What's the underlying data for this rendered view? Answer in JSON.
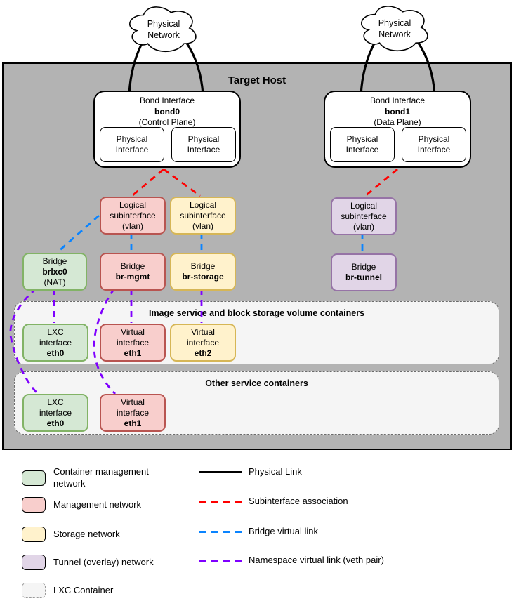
{
  "clouds": [
    {
      "label": "Physical Network"
    },
    {
      "label": "Physical Network"
    }
  ],
  "host": {
    "title": "Target Host"
  },
  "bond0": {
    "title": "Bond Interface",
    "name": "bond0",
    "plane": "(Control Plane)",
    "iface_left": "Physical Interface",
    "iface_right": "Physical Interface"
  },
  "bond1": {
    "title": "Bond Interface",
    "name": "bond1",
    "plane": "(Data Plane)",
    "iface_left": "Physical Interface",
    "iface_right": "Physical Interface"
  },
  "subif_mgmt": {
    "l1": "Logical",
    "l2": "subinterface",
    "l3": "(vlan)"
  },
  "subif_storage": {
    "l1": "Logical",
    "l2": "subinterface",
    "l3": "(vlan)"
  },
  "subif_tunnel": {
    "l1": "Logical",
    "l2": "subinterface",
    "l3": "(vlan)"
  },
  "br_lxc": {
    "l1": "Bridge",
    "name": "brlxc0",
    "l3": "(NAT)"
  },
  "br_mgmt": {
    "l1": "Bridge",
    "name": "br-mgmt"
  },
  "br_storage": {
    "l1": "Bridge",
    "name": "br-storage"
  },
  "br_tunnel": {
    "l1": "Bridge",
    "name": "br-tunnel"
  },
  "container1": {
    "title": "Image service and block storage volume containers",
    "eth0": {
      "l1": "LXC",
      "l2": "interface",
      "name": "eth0"
    },
    "eth1": {
      "l1": "Virtual",
      "l2": "interface",
      "name": "eth1"
    },
    "eth2": {
      "l1": "Virtual",
      "l2": "interface",
      "name": "eth2"
    }
  },
  "container2": {
    "title": "Other service containers",
    "eth0": {
      "l1": "LXC",
      "l2": "interface",
      "name": "eth0"
    },
    "eth1": {
      "l1": "Virtual",
      "l2": "interface",
      "name": "eth1"
    }
  },
  "legend": {
    "swatches": [
      {
        "label": "Container management network",
        "color_fill": "#d5e8d4",
        "color_stroke": "#82b366"
      },
      {
        "label": "Management network",
        "color_fill": "#f8cecc",
        "color_stroke": "#b85450"
      },
      {
        "label": "Storage network",
        "color_fill": "#fff2cc",
        "color_stroke": "#d6b656"
      },
      {
        "label": "Tunnel (overlay) network",
        "color_fill": "#e1d5e7",
        "color_stroke": "#9673a6"
      },
      {
        "label": "LXC Container",
        "color_fill": "#f5f5f5",
        "color_stroke": "#999999"
      }
    ],
    "lines": [
      {
        "label": "Physical Link",
        "color": "#000000",
        "style": "solid"
      },
      {
        "label": "Subinterface association",
        "color": "#ff0000",
        "style": "dashed"
      },
      {
        "label": "Bridge virtual link",
        "color": "#0a84ff",
        "style": "dashed"
      },
      {
        "label": "Namespace virtual link (veth pair)",
        "color": "#7f00ff",
        "style": "dashed"
      }
    ]
  },
  "colors": {
    "host_background": "#b3b3b3",
    "container_background": "#f5f5f5"
  }
}
